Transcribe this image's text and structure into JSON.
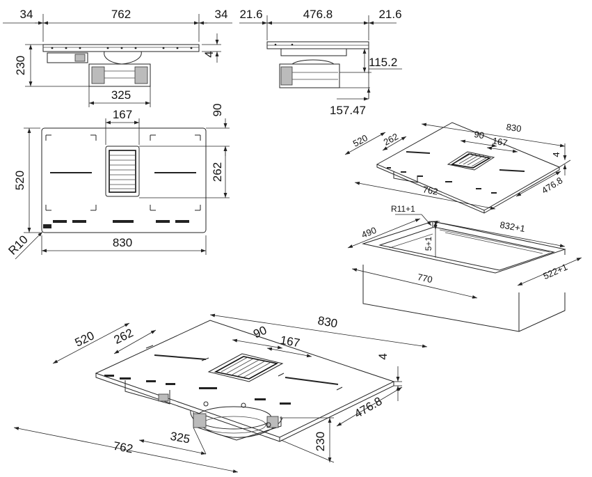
{
  "front_view": {
    "left_margin": "34",
    "width": "762",
    "right_margin": "34",
    "thickness": "4",
    "height": "230",
    "motor_width": "325"
  },
  "side_view": {
    "left_margin": "21.6",
    "depth": "476.8",
    "right_margin": "21.6",
    "height_a": "115.2",
    "height_b": "157.47"
  },
  "top_view": {
    "vent_width": "167",
    "vent_offset": "90",
    "vent_depth": "262",
    "height": "520",
    "width": "830",
    "radius": "R10"
  },
  "iso_small": {
    "depth": "520",
    "vent_depth": "262",
    "vent_offset": "90",
    "vent_width": "167",
    "width": "830",
    "thickness": "4",
    "base_depth": "476.8",
    "base_width": "762"
  },
  "cutout": {
    "radius": "R11+1",
    "depth": "490",
    "width": "832+1",
    "step": "5+1",
    "inner_width": "770",
    "outer_depth": "522+1"
  },
  "iso_large": {
    "depth": "520",
    "vent_depth": "262",
    "vent_offset": "90",
    "vent_width": "167",
    "width": "830",
    "thickness": "4",
    "base_depth": "476.8",
    "base_width": "762",
    "motor_width": "325",
    "height": "230"
  }
}
